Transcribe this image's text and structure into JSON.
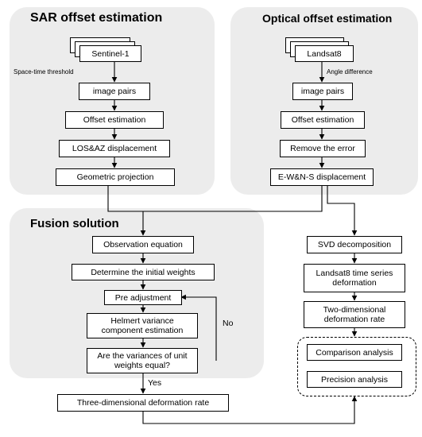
{
  "sar": {
    "title": "SAR offset estimation",
    "source": "Sentinel-1",
    "threshold_label": "Space-time threshold",
    "steps": [
      "image pairs",
      "Offset estimation",
      "LOS&AZ displacement",
      "Geometric projection"
    ]
  },
  "optical": {
    "title": "Optical offset estimation",
    "source": "Landsat8",
    "angle_label": "Angle difference",
    "steps": [
      "image pairs",
      "Offset estimation",
      "Remove the error",
      "E-W&N-S displacement"
    ]
  },
  "fusion": {
    "title": "Fusion solution",
    "steps": [
      "Observation equation",
      "Determine the initial weights",
      "Pre adjustment",
      "Helmert variance component estimation",
      "Are the variances of unit weights equal?",
      "Three-dimensional deformation rate"
    ],
    "no_label": "No",
    "yes_label": "Yes"
  },
  "right_column": {
    "steps": [
      "SVD decomposition",
      "Landsat8 time series deformation",
      "Two-dimensional deformation rate"
    ],
    "analysis": [
      "Comparison analysis",
      "Precision analysis"
    ]
  },
  "colors": {
    "panel": "#ececec",
    "stroke": "#000000"
  }
}
